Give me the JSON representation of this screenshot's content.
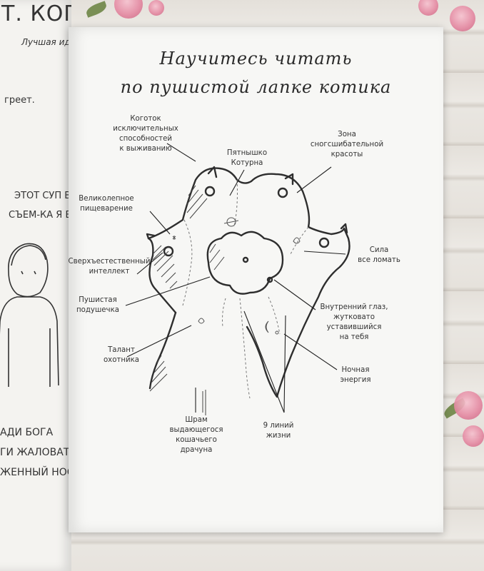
{
  "left_page": {
    "title": "Т. КОГДА БО",
    "subtitle": "Лучшая идея д",
    "warm_text": "греет.",
    "soup_line1": "ЭТОТ СУП ВЕЛ",
    "soup_line2": "СЪЕМ-КА Я ЕГ",
    "bottom_lines": [
      "АДИ БОГА",
      "ГИ ЖАЛОВАТЬС",
      "ЖЕННЫЙ НОС."
    ]
  },
  "page": {
    "title_line1": "Научитесь читать",
    "title_line2": "по пушистой лапке котика",
    "labels": [
      {
        "id": "claw",
        "text": "Коготок\nисключительных\nспособностей\nк выживанию"
      },
      {
        "id": "spot",
        "text": "Пятнышко\nКотурна"
      },
      {
        "id": "beauty",
        "text": "Зона\nсногсшибательной\nкрасоты"
      },
      {
        "id": "digestion",
        "text": "Великолепное\nпищеварение"
      },
      {
        "id": "intellect",
        "text": "Сверхъестественный\nинтеллект"
      },
      {
        "id": "strength",
        "text": "Сила\nвсе ломать"
      },
      {
        "id": "pad",
        "text": "Пушистая\nподушечка"
      },
      {
        "id": "eye",
        "text": "Внутренний глаз,\nжутковато\nуставившийся\nна тебя"
      },
      {
        "id": "hunter",
        "text": "Талант\nохотника"
      },
      {
        "id": "night",
        "text": "Ночная\nэнергия"
      },
      {
        "id": "scar",
        "text": "Шрам\nвыдающегося\nкошачьего\nдрачуна"
      },
      {
        "id": "lines",
        "text": "9 линий\nжизни"
      }
    ]
  },
  "colors": {
    "ink": "#2a2a2a",
    "page": "#f7f7f5",
    "flower": "#e58aa3"
  }
}
